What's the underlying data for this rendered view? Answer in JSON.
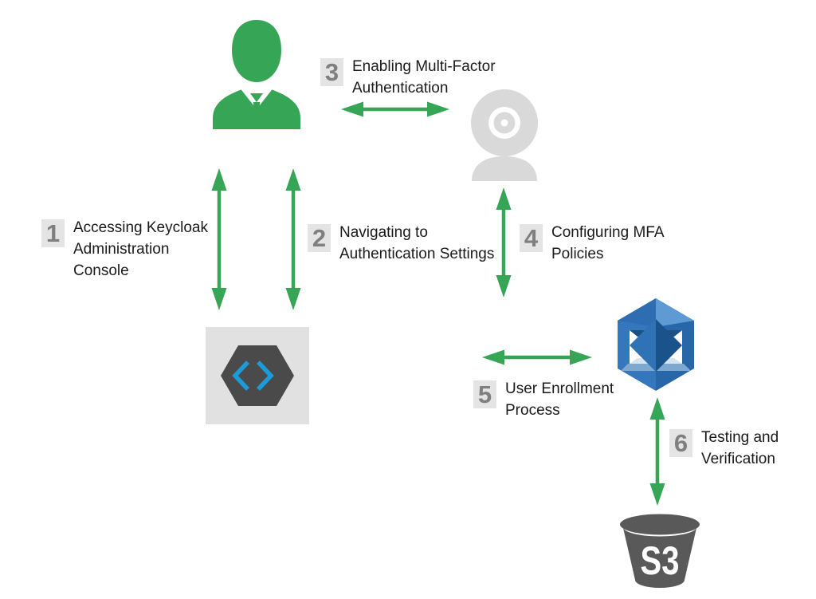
{
  "diagram": {
    "description_topic": "Keycloak multi-factor authentication setup flow",
    "steps": [
      {
        "num": "1",
        "lines": [
          "Accessing Keycloak",
          "Administration",
          "Console"
        ]
      },
      {
        "num": "2",
        "lines": [
          "Navigating to",
          "Authentication Settings"
        ]
      },
      {
        "num": "3",
        "lines": [
          "Enabling Multi-Factor",
          "Authentication"
        ]
      },
      {
        "num": "4",
        "lines": [
          "Configuring MFA",
          "Policies"
        ]
      },
      {
        "num": "5",
        "lines": [
          "User Enrollment",
          "Process"
        ]
      },
      {
        "num": "6",
        "lines": [
          "Testing and",
          "Verification"
        ]
      }
    ],
    "icons": {
      "admin_user": "admin-user-icon",
      "webcam": "webcam-icon",
      "console": "code-hexagon-icon",
      "mfa_service": "blue-cube-icon",
      "storage": "s3-bucket-icon"
    },
    "s3_bucket_label": "S3",
    "colors": {
      "accent_green": "#36A556",
      "icon_light_gray": "#D9D9D9",
      "hexagon_dark_gray": "#4A4A4A",
      "code_bracket_blue": "#1B9CD9",
      "cube_blue": "#3577BC",
      "cube_blue_dark": "#2766A9",
      "cube_blue_light": "#5E9AD4",
      "bucket_gray": "#595959",
      "badge_bg": "#E4E4E4",
      "badge_number": "#7F7F7F",
      "label_text": "#1A1A1A"
    }
  }
}
